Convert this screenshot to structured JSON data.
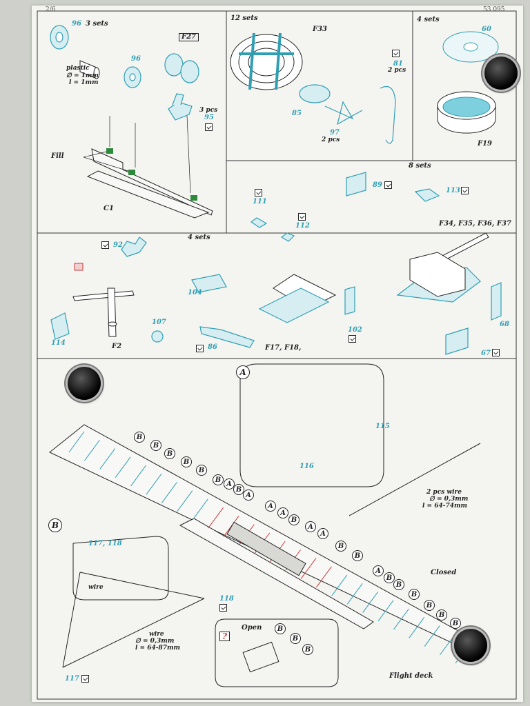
{
  "header": {
    "page": "2/6",
    "code": "53 095"
  },
  "colors": {
    "cyan": "#2f9fb3",
    "red": "#c83a3a",
    "green": "#2d8a3a",
    "ink": "#222222"
  },
  "panels": {
    "p1": {
      "count": "3 sets",
      "part96a": "96",
      "part96b": "96",
      "plastic": "plastic",
      "dim1": "∅ = 1mm",
      "dim2": "l = 1mm",
      "ref": "F27",
      "qty95": "3 pcs",
      "part95": "95",
      "fill": "Fill",
      "c1": "C1"
    },
    "p2": {
      "count": "12 sets",
      "f33": "F33",
      "part81": "81",
      "qty81": "2 pcs",
      "part85": "85",
      "part97": "97",
      "qty97": "2 pcs"
    },
    "p3": {
      "count": "4 sets",
      "part60": "60",
      "f19": "F19"
    },
    "p4": {
      "count": "4 sets",
      "part92": "92",
      "part107": "107",
      "part114": "114",
      "f2": "F2",
      "part104": "104",
      "part86": "86",
      "part111": "111",
      "part112": "112",
      "f17": "F17, F18,"
    },
    "p5": {
      "count": "8 sets",
      "part89": "89",
      "part113": "113",
      "fnum": "F34, F35, F36, F37",
      "part102": "102",
      "part68": "68",
      "part67": "67"
    },
    "pA": {
      "label": "A",
      "part115": "115",
      "part116": "116",
      "wire_qty": "2 pcs wire",
      "wire_d": "∅ = 0,3mm",
      "wire_l": "l = 64-74mm",
      "closed": "Closed",
      "open": "Open",
      "q": "?",
      "flightdeck": "Flight deck"
    },
    "pB": {
      "label": "B",
      "part117": "117, 118",
      "wire": "wire",
      "part118": "118",
      "wire2": "wire",
      "wire2_d": "∅ = 0,3mm",
      "wire2_l": "l = 64-87mm",
      "part117b": "117"
    }
  },
  "deck_markers": [
    "B",
    "B",
    "B",
    "B",
    "B",
    "B",
    "A",
    "B",
    "A",
    "A",
    "A",
    "B",
    "A",
    "A",
    "B",
    "B",
    "A",
    "B",
    "B",
    "B",
    "B",
    "B",
    "B",
    "B"
  ],
  "open_markers": [
    "B",
    "B",
    "B"
  ]
}
